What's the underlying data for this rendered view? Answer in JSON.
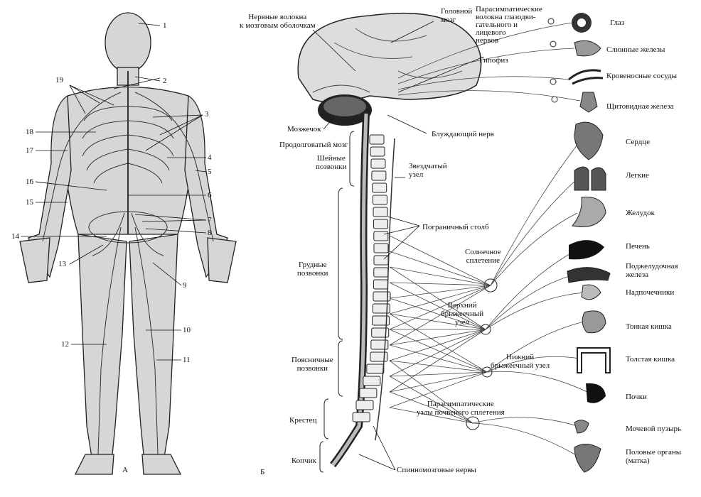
{
  "panel_a": {
    "caption": "А",
    "numbers": [
      "1",
      "2",
      "3",
      "4",
      "5",
      "6",
      "7",
      "8",
      "9",
      "10",
      "11",
      "12",
      "13",
      "14",
      "15",
      "16",
      "17",
      "18",
      "19"
    ]
  },
  "panel_b": {
    "caption": "Б",
    "brain": "Головной\nмозг",
    "nerve_fibers_meninges": "Нервные волокна\nк мозговым оболочкам",
    "parasympathetic_fibers": "Парасимпатические\nволокна глазодви-\nгательного и\nлицевого\nнервов",
    "pituitary": "Гипофиз",
    "cerebellum": "Мозжечок",
    "vagus": "Блуждающий нерв",
    "medulla": "Продолговатый мозг",
    "cervical": "Шейные\nпозвонки",
    "stellate": "Звездчатый\nузел",
    "border_column": "Пограничный столб",
    "thoracic": "Грудные\nпозвонки",
    "solar_plexus": "Солнечное\nсплетение",
    "superior_mesenteric": "Верхний\nбрыжеечный\nузел",
    "inferior_mesenteric": "Нижний\nбрыжеечный узел",
    "lumbar": "Поясничные\nпозвонки",
    "parasympathetic_nodes": "Парасимпатические\nузлы почвеного сплетения",
    "sacrum": "Крестец",
    "coccyx": "Копчик",
    "spinal_nerves": "Спинномозговые нервы"
  },
  "organs": {
    "eye": "Глаз",
    "salivary": "Слюнные железы",
    "vessels": "Кровеносные сосуды",
    "thyroid": "Щитовидная железа",
    "heart": "Сердце",
    "lungs": "Легкие",
    "stomach": "Желудок",
    "liver": "Печень",
    "pancreas": "Поджелудочная\nжелеза",
    "adrenal": "Надпочечники",
    "small_int": "Тонкая кишка",
    "large_int": "Толстая кишка",
    "kidneys": "Почки",
    "bladder": "Мочевой пузырь",
    "genitals": "Половые органы\n(матка)"
  }
}
